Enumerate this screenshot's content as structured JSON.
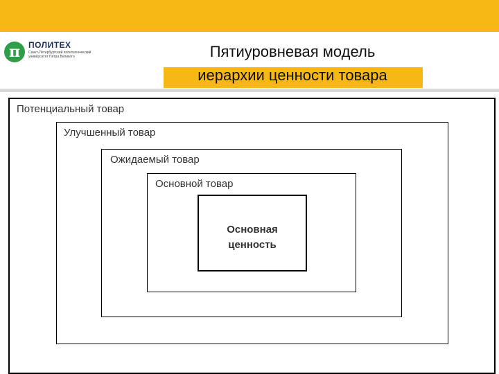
{
  "header": {
    "logo": {
      "mark": "π",
      "name": "ПОЛИТЕХ",
      "subtitle": "Санкт-Петербургский политехнический университет Петра Великого"
    },
    "title_line1": "Пятиуровневая модель",
    "title_line2": "иерархии ценности товара"
  },
  "diagram": {
    "levels": [
      "Потенциальный товар",
      "Улучшенный товар",
      "Ожидаемый товар",
      "Основной товар"
    ],
    "core_line1": "Основная",
    "core_line2": "ценность"
  },
  "colors": {
    "accent": "#f7b715",
    "logo_green": "#2e9e48",
    "divider": "#d9d9d9"
  }
}
